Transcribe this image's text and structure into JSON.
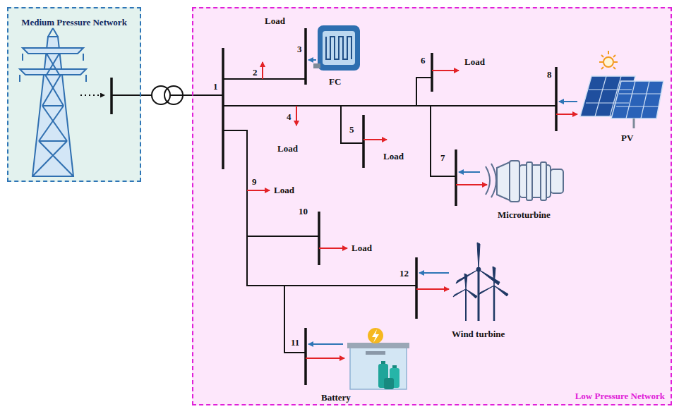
{
  "diagram": {
    "nodes": [
      {
        "text": [
          "Medium Pressure Network"
        ]
      },
      {
        "text": [
          "Low Pressure Network"
        ]
      }
    ],
    "edges": [
      {
        "from": 0,
        "to": 1,
        "arrow": "none"
      }
    ],
    "labels": [
      "Load",
      "2",
      "3",
      "FC",
      "6",
      "Load",
      "1",
      "8",
      "PV",
      "4",
      "5",
      "Load",
      "Load",
      "7",
      "Microturbine",
      "9",
      "Load",
      "10",
      "Load",
      "12",
      "Wind turbine",
      "11",
      "Battery"
    ]
  }
}
